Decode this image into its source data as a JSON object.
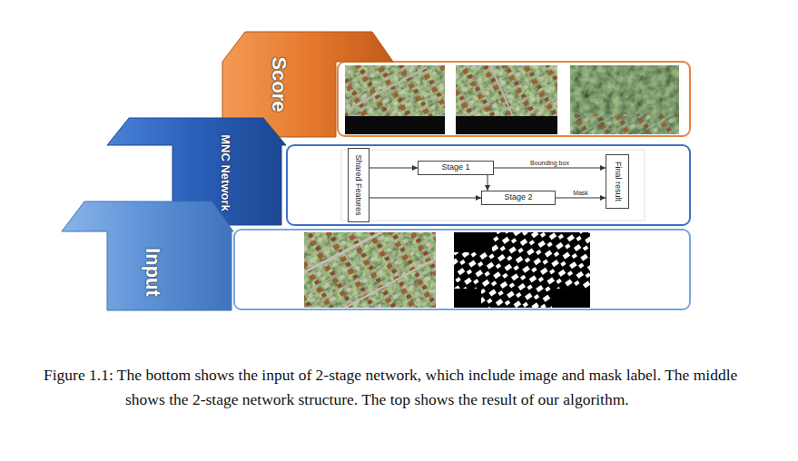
{
  "diagram": {
    "caption": "Figure 1.1: The bottom shows the input of 2-stage network, which include image and mask label. The middle shows the 2-stage network structure. The top shows the result of our algorithm.",
    "nodes": [
      {
        "text": [
          "Score"
        ]
      },
      {
        "text": [
          "MNC Network"
        ]
      },
      {
        "text": [
          "Input"
        ]
      },
      {
        "text": [
          "Shared Features"
        ]
      },
      {
        "text": [
          "Stage 1"
        ]
      },
      {
        "text": [
          "Stage 2"
        ]
      },
      {
        "text": [
          "Final result"
        ]
      }
    ],
    "edges": [
      {
        "from": 3,
        "to": 4,
        "arrow": "to"
      },
      {
        "from": 4,
        "to": 6,
        "label": "Bounding box",
        "arrow": "to"
      },
      {
        "from": 4,
        "to": 5,
        "arrow": "to"
      },
      {
        "from": 3,
        "to": 5,
        "arrow": "to"
      },
      {
        "from": 5,
        "to": 6,
        "label": "Mask",
        "arrow": "to"
      }
    ]
  }
}
